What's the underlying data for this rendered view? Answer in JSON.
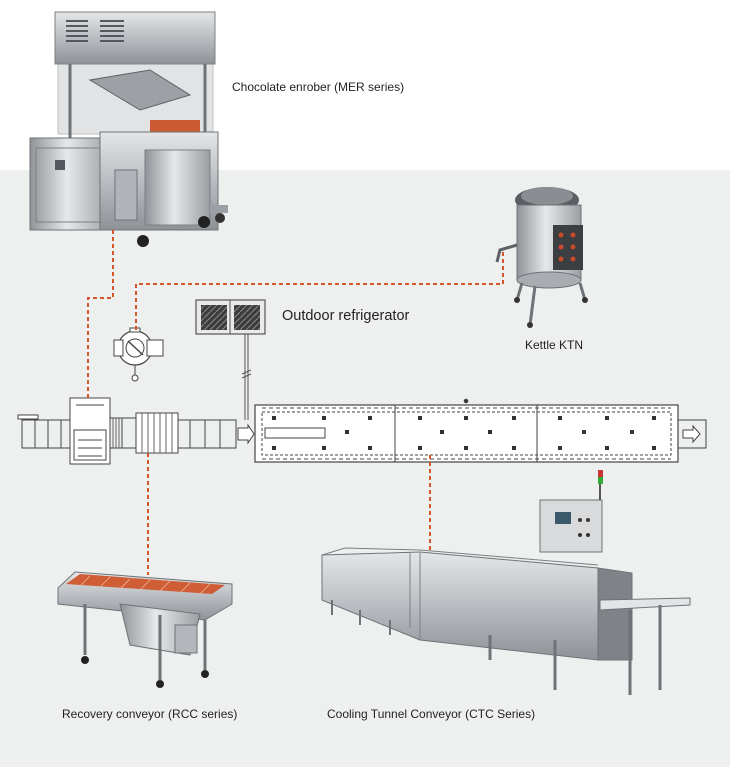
{
  "labels": {
    "enrober": "Chocolate enrober (MER series)",
    "refrigerator": "Outdoor refrigerator",
    "kettle": "Kettle KTN",
    "recovery": "Recovery conveyor (RCC series)",
    "tunnel": "Cooling Tunnel Conveyor (CTC Series)"
  },
  "colors": {
    "connector": "#d4552a",
    "steel": "#b8bcbf",
    "background_panel": "#eef0ef",
    "conveyor_belt": "#d0633d"
  }
}
